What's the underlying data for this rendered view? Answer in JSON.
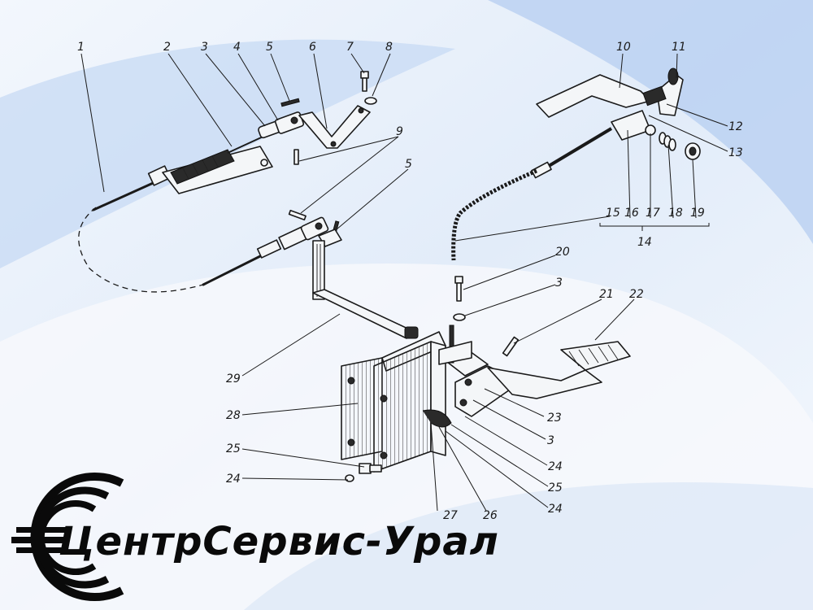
{
  "part_labels": {
    "p1": "1",
    "p2": "2",
    "p3a": "3",
    "p4a": "4",
    "p5a": "5",
    "p6": "6",
    "p7": "7",
    "p8": "8",
    "p9": "9",
    "p5b": "5",
    "p10": "10",
    "p11": "11",
    "p12": "12",
    "p13": "13",
    "p14": "14",
    "p15": "15",
    "p16": "16",
    "p17": "17",
    "p18": "18",
    "p19": "19",
    "p20": "20",
    "p3b": "3",
    "p21": "21",
    "p22": "22",
    "p23": "23",
    "p3c": "3",
    "p24a": "24",
    "p25a": "25",
    "p24b": "24",
    "p27": "27",
    "p26": "26",
    "p25b": "25",
    "p24c": "24",
    "p28": "28",
    "p29": "29"
  },
  "brand": {
    "name": "ЦентрСервис-Урал"
  },
  "colors": {
    "background_light": "#eef4fc",
    "background_blue": "#b9d1f2",
    "ink": "#1a1a1a"
  }
}
